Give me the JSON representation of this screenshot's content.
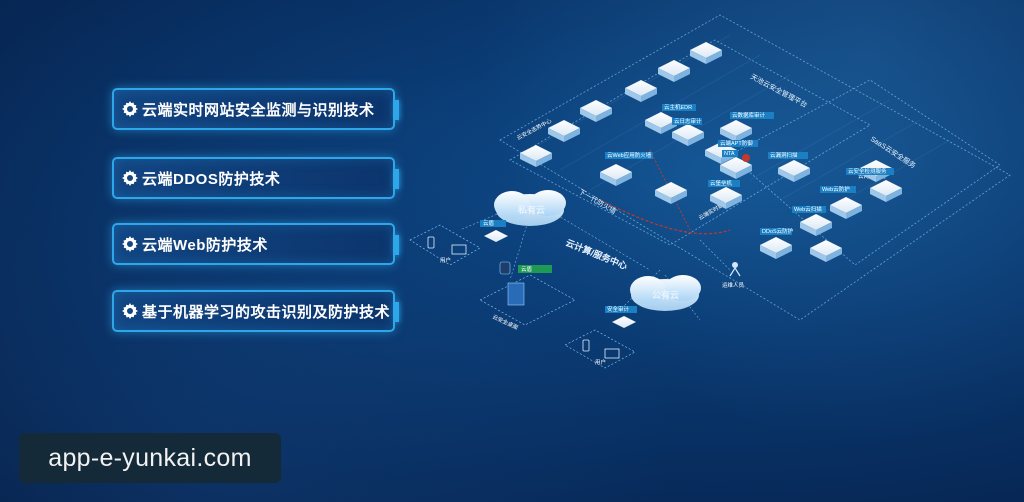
{
  "features": [
    {
      "label": "云端实时网站安全监测与识别技术",
      "icon": "gear-icon"
    },
    {
      "label": "云端DDOS防护技术",
      "icon": "gear-icon"
    },
    {
      "label": "云端Web防护技术",
      "icon": "gear-icon"
    },
    {
      "label": "基于机器学习的攻击识别及防护技术",
      "icon": "gear-icon"
    }
  ],
  "diagram": {
    "platform_label": "天池云安全管理平台",
    "saas_label": "SaaS云安全服务",
    "private_cloud": "私有云",
    "public_cloud": "公有云",
    "cloud_center": "云计算/服务中心",
    "next_gen_firewall": "下一代防火墙",
    "threat_data_line": "云端实时数据",
    "ops_personnel": "运维人员",
    "yundun": "云盾",
    "terminal_user_1": "用户",
    "terminal_user_2": "用户",
    "security_audit": "安全审计",
    "cloud_desktop": "云安全桌面",
    "cloud_ids_center": "云安全态势中心",
    "waf_label": "云Web应用防火墙",
    "host_edr": "云主机EDR",
    "cloud_audit": "云日志审计",
    "db_audit": "云数据库审计",
    "apt": "云端APT防御",
    "nta": "NTA",
    "bastion": "云堡垒机",
    "vuln_scan": "云漏洞扫描",
    "web_monitor": "云网站监测",
    "ddos": "DDoS云防护",
    "web_scan": "Web云扫描",
    "web_tamper": "Web云防护",
    "sec_consult": "云安全检测服务"
  },
  "watermark": "app-e-yunkai.com",
  "colors": {
    "accent": "#2ea7ea",
    "panel": "#124684",
    "background": "#0a3a72",
    "red_line": "#c0392b"
  }
}
